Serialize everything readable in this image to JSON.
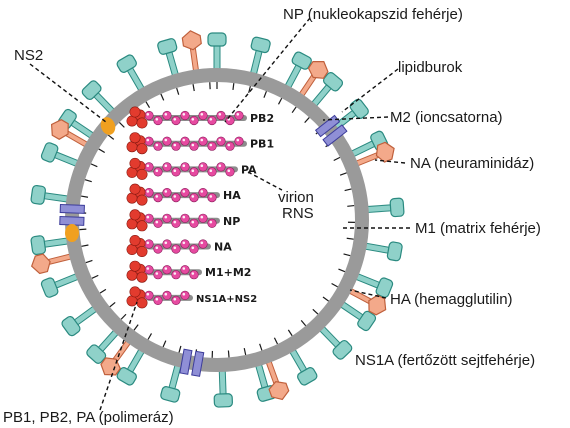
{
  "labels": {
    "np": "NP (nukleokapszid fehérje)",
    "ns2": "NS2",
    "lipid": "lipidburok",
    "m2": "M2 (ioncsatorna)",
    "na": "NA (neuraminidáz)",
    "m1": "M1 (matrix fehérje)",
    "ha": "HA (hemagglutilin)",
    "ns1a": "NS1A (fertőzött sejtfehérje)",
    "polymerase": "PB1, PB2, PA (polimeráz)",
    "virion_line1": "virion",
    "virion_line2": "RNS"
  },
  "segments": [
    "PB2",
    "PB1",
    "PA",
    "HA",
    "NP",
    "NA",
    "M1+M2",
    "NS1A+NS2"
  ],
  "colors": {
    "envelope": "#9a9a9a",
    "ha_spike": "#8fd1c9",
    "ha_spike_stroke": "#2a8a80",
    "na_spike": "#f3a98a",
    "na_spike_stroke": "#c0603c",
    "m2_channel": "#8f8fd6",
    "rnp_red": "#e23b2e",
    "rnp_bead": "#e64aa0",
    "ns2_orange": "#f0a020"
  }
}
